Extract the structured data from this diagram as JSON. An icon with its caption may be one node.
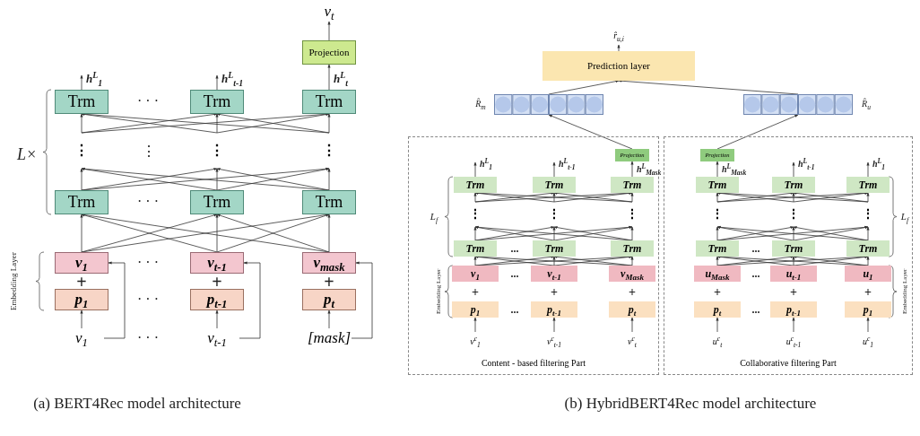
{
  "diagram": {
    "nodes": [
      {
        "text": [
          "Projection"
        ]
      },
      {
        "text": [
          "Trm"
        ]
      },
      {
        "text": [
          "Trm"
        ]
      },
      {
        "text": [
          "Trm"
        ]
      },
      {
        "text": [
          "⋮"
        ]
      },
      {
        "text": [
          "⋮"
        ]
      },
      {
        "text": [
          "⋮"
        ]
      },
      {
        "text": [
          "Trm"
        ]
      },
      {
        "text": [
          "Trm"
        ]
      },
      {
        "text": [
          "Trm"
        ]
      },
      {
        "text": [
          "v$_{1}$"
        ]
      },
      {
        "text": [
          "v$_{t-1}$"
        ]
      },
      {
        "text": [
          "v$_{mask}$"
        ]
      },
      {
        "text": [
          "p$_{1}$"
        ]
      },
      {
        "text": [
          "p$_{t-1}$"
        ]
      },
      {
        "text": [
          "p$_{t}$"
        ]
      },
      {
        "text": [
          "v$_{1}$"
        ]
      },
      {
        "text": [
          "v$_{t-1}$"
        ]
      },
      {
        "text": [
          "[mask]"
        ]
      },
      {
        "text": [
          "v$_{t}$"
        ]
      },
      {
        "text": [
          "Prediction layer"
        ]
      },
      {
        "text": [
          "r̂$_{u,i}$"
        ]
      },
      {
        "text": [],
        "shape": "bar",
        "beside": [
          "R̂$_{m}$"
        ]
      },
      {
        "text": [],
        "shape": "bar",
        "beside": [
          "R̂$_{u}$"
        ]
      },
      {
        "text": [
          "Content - based filtering Part"
        ]
      },
      {
        "text": [
          "Collaborative filtering Part"
        ]
      },
      {
        "text": [
          "Projection"
        ],
        "in": 24
      },
      {
        "text": [
          "Trm"
        ],
        "in": 24
      },
      {
        "text": [
          "Trm"
        ],
        "in": 24
      },
      {
        "text": [
          "Trm"
        ],
        "in": 24
      },
      {
        "text": [
          "⋮"
        ],
        "in": 24
      },
      {
        "text": [
          "⋮"
        ],
        "in": 24
      },
      {
        "text": [
          "⋮"
        ],
        "in": 24
      },
      {
        "text": [
          "Trm"
        ],
        "in": 24
      },
      {
        "text": [
          "Trm"
        ],
        "in": 24
      },
      {
        "text": [
          "Trm"
        ],
        "in": 24
      },
      {
        "text": [
          "v$_{1}$"
        ],
        "in": 24
      },
      {
        "text": [
          "v$_{t-1}$"
        ],
        "in": 24
      },
      {
        "text": [
          "v$_{Mask}$"
        ],
        "in": 24
      },
      {
        "text": [
          "p$_{1}$"
        ],
        "in": 24
      },
      {
        "text": [
          "p$_{t-1}$"
        ],
        "in": 24
      },
      {
        "text": [
          "p$_{t}$"
        ],
        "in": 24
      },
      {
        "text": [
          "v$^{c}$$_{1}$"
        ],
        "in": 24
      },
      {
        "text": [
          "v$^{c}$$_{t-1}$"
        ],
        "in": 24
      },
      {
        "text": [
          "v$^{c}$$_{t}$"
        ],
        "in": 24
      },
      {
        "text": [
          "Projection"
        ],
        "in": 25
      },
      {
        "text": [
          "Trm"
        ],
        "in": 25
      },
      {
        "text": [
          "Trm"
        ],
        "in": 25
      },
      {
        "text": [
          "Trm"
        ],
        "in": 25
      },
      {
        "text": [
          "⋮"
        ],
        "in": 25
      },
      {
        "text": [
          "⋮"
        ],
        "in": 25
      },
      {
        "text": [
          "⋮"
        ],
        "in": 25
      },
      {
        "text": [
          "Trm"
        ],
        "in": 25
      },
      {
        "text": [
          "Trm"
        ],
        "in": 25
      },
      {
        "text": [
          "Trm"
        ],
        "in": 25
      },
      {
        "text": [
          "u$_{Mask}$"
        ],
        "in": 25
      },
      {
        "text": [
          "u$_{t-1}$"
        ],
        "in": 25
      },
      {
        "text": [
          "u$_{1}$"
        ],
        "in": 25
      },
      {
        "text": [
          "p$_{t}$"
        ],
        "in": 25
      },
      {
        "text": [
          "p$_{t-1}$"
        ],
        "in": 25
      },
      {
        "text": [
          "p$_{1}$"
        ],
        "in": 25
      },
      {
        "text": [
          "u$^{c}$$_{t}$"
        ],
        "in": 25
      },
      {
        "text": [
          "u$^{c}$$_{t-1}$"
        ],
        "in": 25
      },
      {
        "text": [
          "u$^{c}$$_{1}$"
        ],
        "in": 25
      }
    ],
    "edges": [
      {
        "from": 16,
        "to": 13,
        "arrow": "to"
      },
      {
        "from": 16,
        "to": 10,
        "arrow": "to"
      },
      {
        "from": 17,
        "to": 14,
        "arrow": "to"
      },
      {
        "from": 17,
        "to": 11,
        "arrow": "to"
      },
      {
        "from": 18,
        "to": 15,
        "arrow": "to"
      },
      {
        "from": 18,
        "to": 12,
        "arrow": "to"
      },
      {
        "from": 10,
        "to": 7,
        "arrow": "to"
      },
      {
        "from": 10,
        "to": 8,
        "arrow": "to"
      },
      {
        "from": 10,
        "to": 9,
        "arrow": "to"
      },
      {
        "from": 11,
        "to": 7,
        "arrow": "to"
      },
      {
        "from": 11,
        "to": 8,
        "arrow": "to"
      },
      {
        "from": 11,
        "to": 9,
        "arrow": "to"
      },
      {
        "from": 12,
        "to": 7,
        "arrow": "to"
      },
      {
        "from": 12,
        "to": 8,
        "arrow": "to"
      },
      {
        "from": 12,
        "to": 9,
        "arrow": "to"
      },
      {
        "from": 7,
        "to": 4,
        "arrow": "to"
      },
      {
        "from": 7,
        "to": 5,
        "arrow": "to"
      },
      {
        "from": 7,
        "to": 6,
        "arrow": "to"
      },
      {
        "from": 8,
        "to": 4,
        "arrow": "to"
      },
      {
        "from": 8,
        "to": 5,
        "arrow": "to"
      },
      {
        "from": 8,
        "to": 6,
        "arrow": "to"
      },
      {
        "from": 9,
        "to": 4,
        "arrow": "to"
      },
      {
        "from": 9,
        "to": 5,
        "arrow": "to"
      },
      {
        "from": 9,
        "to": 6,
        "arrow": "to"
      },
      {
        "from": 4,
        "to": 1,
        "arrow": "to"
      },
      {
        "from": 4,
        "to": 2,
        "arrow": "to"
      },
      {
        "from": 4,
        "to": 3,
        "arrow": "to"
      },
      {
        "from": 5,
        "to": 1,
        "arrow": "to"
      },
      {
        "from": 5,
        "to": 2,
        "arrow": "to"
      },
      {
        "from": 5,
        "to": 3,
        "arrow": "to"
      },
      {
        "from": 6,
        "to": 1,
        "arrow": "to"
      },
      {
        "from": 6,
        "to": 2,
        "arrow": "to"
      },
      {
        "from": 6,
        "to": 3,
        "arrow": "to"
      },
      {
        "from": 1,
        "to": null,
        "arrow": "to",
        "label": "h$^{L}$$_{1}$"
      },
      {
        "from": 2,
        "to": null,
        "arrow": "to",
        "label": "h$^{L}$$_{t-1}$"
      },
      {
        "from": 3,
        "to": 0,
        "arrow": "to",
        "label": "h$^{L}$$_{t}$"
      },
      {
        "from": 0,
        "to": 19,
        "arrow": "to"
      },
      {
        "from": 20,
        "to": 21,
        "arrow": "to"
      },
      {
        "from": 22,
        "to": 20,
        "arrow": "to"
      },
      {
        "from": 23,
        "to": 20,
        "arrow": "to"
      },
      {
        "from": 26,
        "to": 22,
        "arrow": "to"
      },
      {
        "from": 45,
        "to": 23,
        "arrow": "to"
      },
      {
        "from": 42,
        "to": 39,
        "arrow": "to"
      },
      {
        "from": 43,
        "to": 40,
        "arrow": "to"
      },
      {
        "from": 44,
        "to": 41,
        "arrow": "to"
      },
      {
        "from": 36,
        "to": 33,
        "arrow": "to"
      },
      {
        "from": 36,
        "to": 34,
        "arrow": "to"
      },
      {
        "from": 36,
        "to": 35,
        "arrow": "to"
      },
      {
        "from": 37,
        "to": 33,
        "arrow": "to"
      },
      {
        "from": 37,
        "to": 34,
        "arrow": "to"
      },
      {
        "from": 37,
        "to": 35,
        "arrow": "to"
      },
      {
        "from": 38,
        "to": 33,
        "arrow": "to"
      },
      {
        "from": 38,
        "to": 34,
        "arrow": "to"
      },
      {
        "from": 38,
        "to": 35,
        "arrow": "to"
      },
      {
        "from": 33,
        "to": 30,
        "arrow": "to"
      },
      {
        "from": 33,
        "to": 31,
        "arrow": "to"
      },
      {
        "from": 33,
        "to": 32,
        "arrow": "to"
      },
      {
        "from": 34,
        "to": 30,
        "arrow": "to"
      },
      {
        "from": 34,
        "to": 31,
        "arrow": "to"
      },
      {
        "from": 34,
        "to": 32,
        "arrow": "to"
      },
      {
        "from": 35,
        "to": 30,
        "arrow": "to"
      },
      {
        "from": 35,
        "to": 31,
        "arrow": "to"
      },
      {
        "from": 35,
        "to": 32,
        "arrow": "to"
      },
      {
        "from": 30,
        "to": 27,
        "arrow": "to"
      },
      {
        "from": 30,
        "to": 28,
        "arrow": "to"
      },
      {
        "from": 30,
        "to": 29,
        "arrow": "to"
      },
      {
        "from": 31,
        "to": 27,
        "arrow": "to"
      },
      {
        "from": 31,
        "to": 28,
        "arrow": "to"
      },
      {
        "from": 31,
        "to": 29,
        "arrow": "to"
      },
      {
        "from": 32,
        "to": 27,
        "arrow": "to"
      },
      {
        "from": 32,
        "to": 28,
        "arrow": "to"
      },
      {
        "from": 32,
        "to": 29,
        "arrow": "to"
      },
      {
        "from": 27,
        "to": null,
        "arrow": "to",
        "label": "h$^{L}$$_{1}$"
      },
      {
        "from": 28,
        "to": null,
        "arrow": "to",
        "label": "h$^{L}$$_{t-1}$"
      },
      {
        "from": 29,
        "to": 26,
        "arrow": "to",
        "label": "h$^{L}$$_{Mask}$"
      },
      {
        "from": 61,
        "to": 58,
        "arrow": "to"
      },
      {
        "from": 62,
        "to": 59,
        "arrow": "to"
      },
      {
        "from": 63,
        "to": 60,
        "arrow": "to"
      },
      {
        "from": 55,
        "to": 52,
        "arrow": "to"
      },
      {
        "from": 55,
        "to": 53,
        "arrow": "to"
      },
      {
        "from": 55,
        "to": 54,
        "arrow": "to"
      },
      {
        "from": 56,
        "to": 52,
        "arrow": "to"
      },
      {
        "from": 56,
        "to": 53,
        "arrow": "to"
      },
      {
        "from": 56,
        "to": 54,
        "arrow": "to"
      },
      {
        "from": 57,
        "to": 52,
        "arrow": "to"
      },
      {
        "from": 57,
        "to": 53,
        "arrow": "to"
      },
      {
        "from": 57,
        "to": 54,
        "arrow": "to"
      },
      {
        "from": 52,
        "to": 49,
        "arrow": "to"
      },
      {
        "from": 52,
        "to": 50,
        "arrow": "to"
      },
      {
        "from": 52,
        "to": 51,
        "arrow": "to"
      },
      {
        "from": 53,
        "to": 49,
        "arrow": "to"
      },
      {
        "from": 53,
        "to": 50,
        "arrow": "to"
      },
      {
        "from": 53,
        "to": 51,
        "arrow": "to"
      },
      {
        "from": 54,
        "to": 49,
        "arrow": "to"
      },
      {
        "from": 54,
        "to": 50,
        "arrow": "to"
      },
      {
        "from": 54,
        "to": 51,
        "arrow": "to"
      },
      {
        "from": 49,
        "to": 46,
        "arrow": "to"
      },
      {
        "from": 49,
        "to": 47,
        "arrow": "to"
      },
      {
        "from": 49,
        "to": 48,
        "arrow": "to"
      },
      {
        "from": 50,
        "to": 46,
        "arrow": "to"
      },
      {
        "from": 50,
        "to": 47,
        "arrow": "to"
      },
      {
        "from": 50,
        "to": 48,
        "arrow": "to"
      },
      {
        "from": 51,
        "to": 46,
        "arrow": "to"
      },
      {
        "from": 51,
        "to": 47,
        "arrow": "to"
      },
      {
        "from": 51,
        "to": 48,
        "arrow": "to"
      },
      {
        "from": 46,
        "to": 45,
        "arrow": "to",
        "label": "h$^{L}$$_{Mask}$"
      },
      {
        "from": 47,
        "to": null,
        "arrow": "to",
        "label": "h$^{L}$$_{t-1}$"
      },
      {
        "from": 48,
        "to": null,
        "arrow": "to",
        "label": "h$^{L}$$_{1}$"
      }
    ],
    "labels": [
      "L×",
      "Embedding Layer",
      "· · ·",
      "⋮",
      "· · ·",
      "· · ·",
      "+",
      "+",
      "+",
      "· · ·",
      "· · ·",
      "L$_{f}$",
      "Embedding Layer",
      "...",
      "...",
      "+",
      "+",
      "+",
      "...",
      "L$_{f}$",
      "Embedding Layer",
      "...",
      "...",
      "+",
      "+",
      "+",
      "...",
      "(a) BERT4Rec model architecture",
      "(b) HybridBERT4Rec model architecture"
    ]
  }
}
